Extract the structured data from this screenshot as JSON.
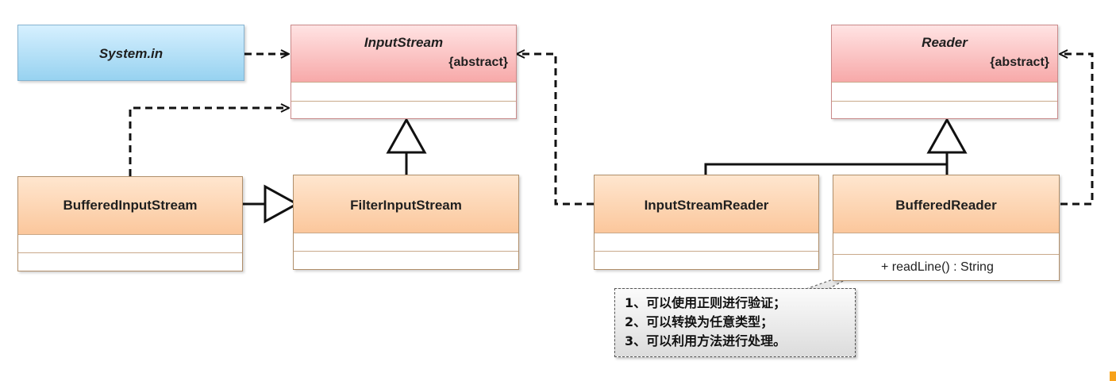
{
  "classes": {
    "system_in": {
      "name": "System.in"
    },
    "input_stream": {
      "name": "InputStream",
      "stereotype": "{abstract}"
    },
    "reader": {
      "name": "Reader",
      "stereotype": "{abstract}"
    },
    "buffered_input_stream": {
      "name": "BufferedInputStream"
    },
    "filter_input_stream": {
      "name": "FilterInputStream"
    },
    "input_stream_reader": {
      "name": "InputStreamReader"
    },
    "buffered_reader": {
      "name": "BufferedReader",
      "method": "+ readLine() : String"
    }
  },
  "note": {
    "lines": [
      "1、可以使用正则进行验证；",
      "2、可以转换为任意类型；",
      "3、可以利用方法进行处理。"
    ]
  },
  "colors": {
    "orange_class": "#fbc79c",
    "red_class": "#f7a9a9",
    "blue_class": "#97d2f0",
    "edge": "#111111"
  }
}
